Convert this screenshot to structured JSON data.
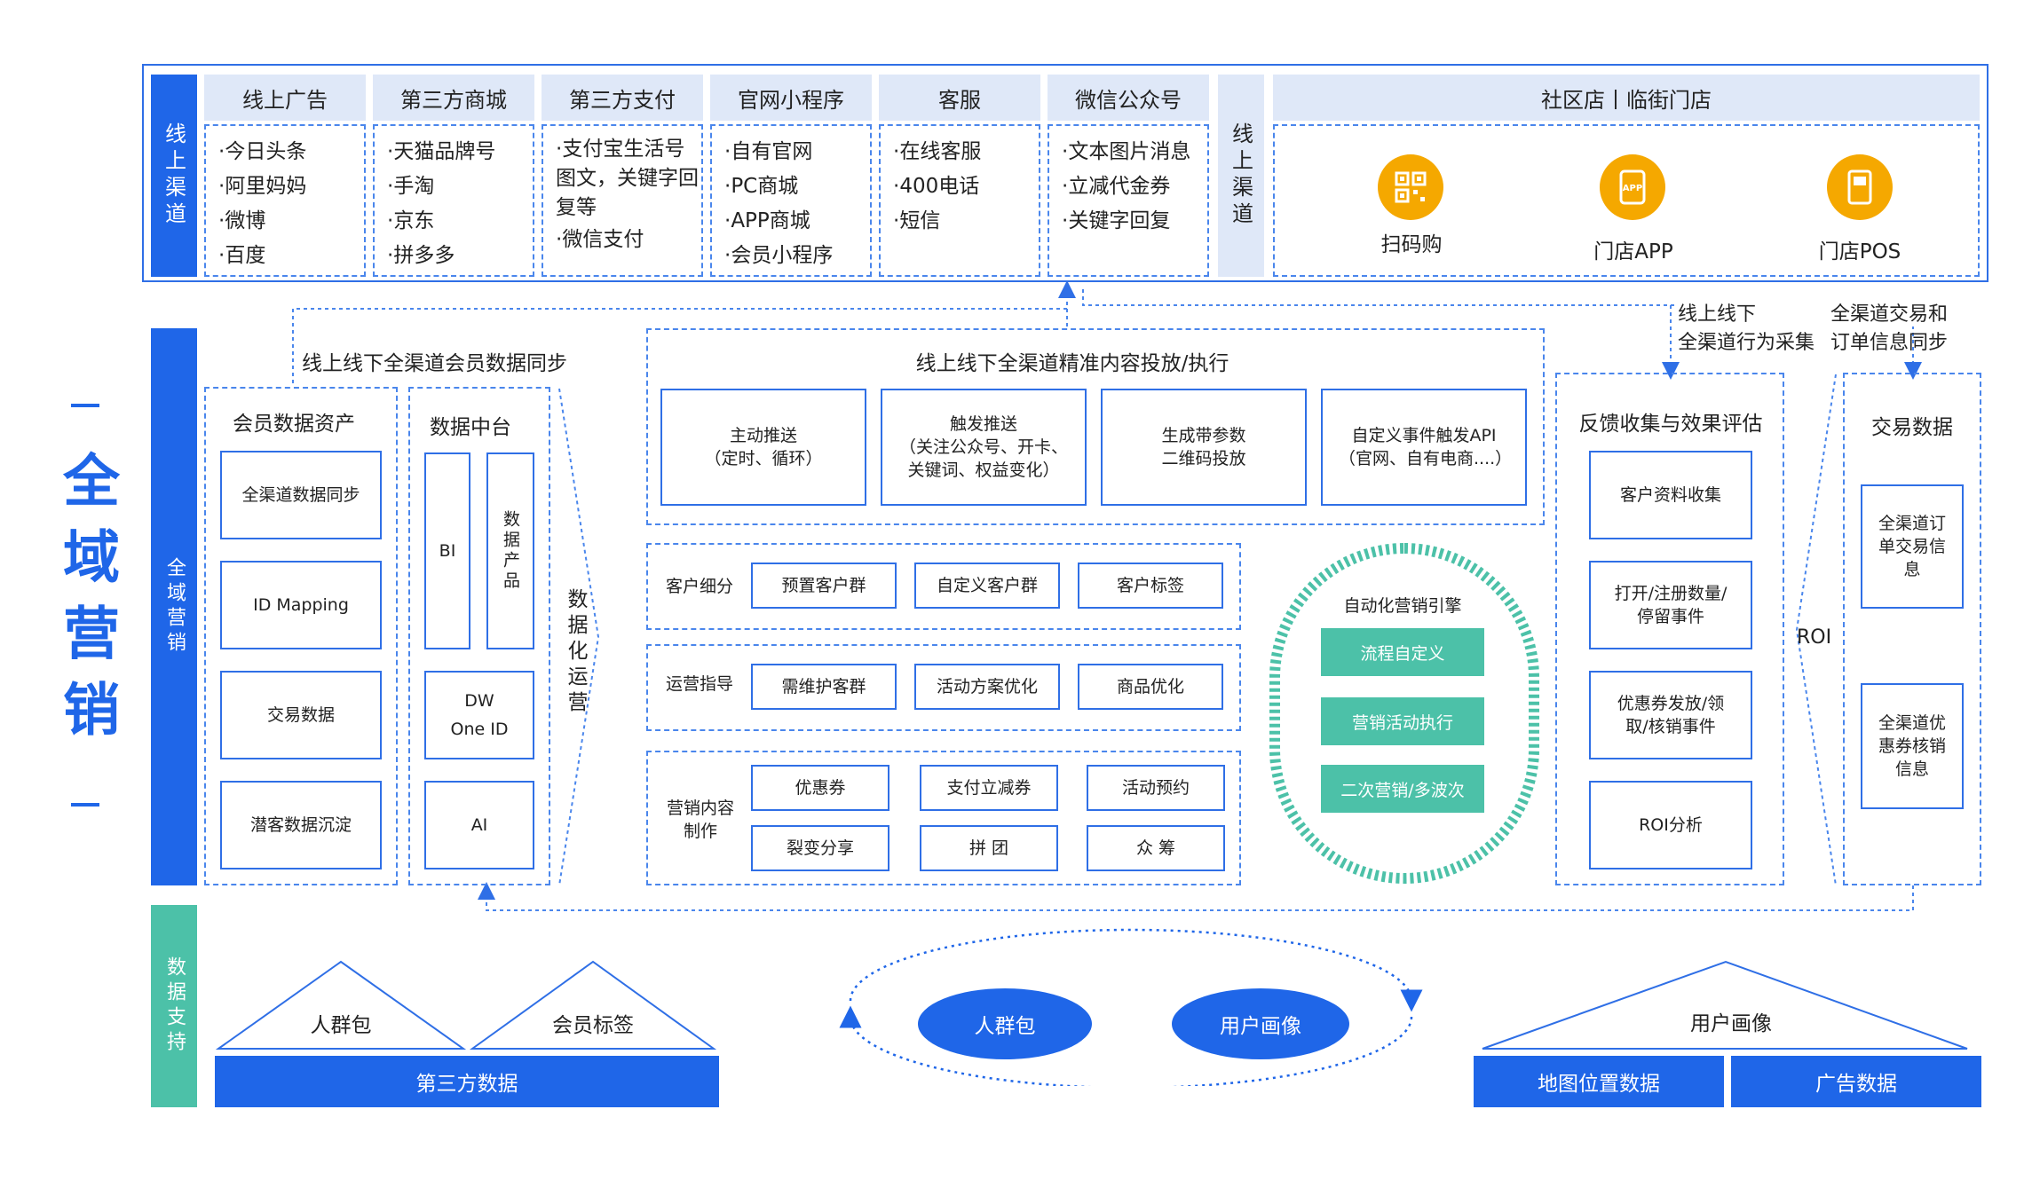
{
  "main_title": "全域营销",
  "online": {
    "side_label": "线上渠道",
    "columns": [
      {
        "header": "线上广告",
        "items": [
          "今日头条",
          "阿里妈妈",
          "微博",
          "百度"
        ]
      },
      {
        "header": "第三方商城",
        "items": [
          "天猫品牌号",
          "手淘",
          "京东",
          "拼多多"
        ]
      },
      {
        "header": "第三方支付",
        "items": [
          "支付宝生活号图文，关键字回复等",
          "微信支付"
        ]
      },
      {
        "header": "官网小程序",
        "items": [
          "自有官网",
          "PC商城",
          "APP商城",
          "会员小程序"
        ]
      },
      {
        "header": "客服",
        "items": [
          "在线客服",
          "400电话",
          "短信"
        ]
      },
      {
        "header": "微信公众号",
        "items": [
          "文本图片消息",
          "立减代金券",
          "关键字回复"
        ]
      }
    ],
    "offline_label": "线上渠道",
    "store": {
      "header": "社区店丨临街门店",
      "items": [
        {
          "label": "扫码购",
          "icon": "qr-code-icon"
        },
        {
          "label": "门店APP",
          "icon": "app-icon"
        },
        {
          "label": "门店POS",
          "icon": "pos-icon"
        }
      ]
    }
  },
  "marketing": {
    "side_label": "全域营销",
    "sync_label": "线上线下全渠道会员数据同步",
    "member_assets": {
      "title": "会员数据资产",
      "items": [
        "全渠道数据同步",
        "ID Mapping",
        "交易数据",
        "潜客数据沉淀"
      ]
    },
    "data_platform": {
      "title": "数据中台",
      "bi": "BI",
      "data_product": "数据产品",
      "dw": "DW",
      "oneid": "One ID",
      "ai": "AI"
    },
    "data_ops": "数据化运营",
    "delivery": {
      "title": "线上线下全渠道精准内容投放/执行",
      "items": [
        {
          "line1": "主动推送",
          "line2": "（定时、循环）"
        },
        {
          "line1": "触发推送",
          "line2": "（关注公众号、开卡、关键词、权益变化）"
        },
        {
          "line1": "生成带参数",
          "line2": "二维码投放"
        },
        {
          "line1": "自定义事件触发API",
          "line2": "（官网、自有电商....）"
        }
      ]
    },
    "segmentation": {
      "label": "客户细分",
      "items": [
        "预置客户群",
        "自定义客户群",
        "客户标签"
      ]
    },
    "guidance": {
      "label": "运营指导",
      "items": [
        "需维护客群",
        "活动方案优化",
        "商品优化"
      ]
    },
    "content": {
      "label": "营销内容制作",
      "items": [
        "优惠券",
        "支付立减券",
        "活动预约",
        "裂变分享",
        "拼 团",
        "众 筹"
      ]
    },
    "engine": {
      "title": "自动化营销引擎",
      "items": [
        "流程自定义",
        "营销活动执行",
        "二次营销/多波次"
      ]
    },
    "feedback": {
      "title": "反馈收集与效果评估",
      "items": [
        "客户资料收集",
        "打开/注册数量/停留事件",
        "优惠券发放/领取/核销事件",
        "ROI分析"
      ]
    },
    "roi": "ROI",
    "transaction": {
      "title": "交易数据",
      "items": [
        "全渠道订单交易信息",
        "全渠道优惠券核销信息"
      ]
    },
    "collect_label_1": "线上线下",
    "collect_label_2": "全渠道行为采集",
    "order_sync_label_1": "全渠道交易和",
    "order_sync_label_2": "订单信息同步"
  },
  "support": {
    "side_label": "数据支持",
    "left_triangles": [
      "人群包",
      "会员标签"
    ],
    "third_party": "第三方数据",
    "ellipse_items": [
      "人群包",
      "用户画像"
    ],
    "right_triangle": "用户画像",
    "map_data": "地图位置数据",
    "ad_data": "广告数据"
  },
  "colors": {
    "primary": "#1f66e8",
    "teal": "#4cc1a8",
    "pale": "#dfe8f8",
    "orange": "#f5a800"
  }
}
